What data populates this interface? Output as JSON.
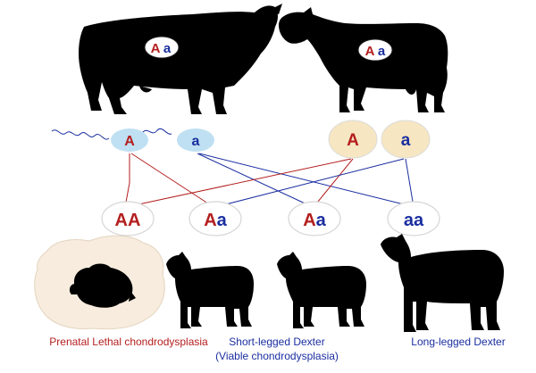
{
  "colors": {
    "dominant": "#b41e1e",
    "recessive": "#1a2ea0",
    "sperm_fill": "#bfe0f2",
    "egg_fill": "#f6e6c2",
    "silhouette": "#000000",
    "embryo_bg": "#f7ecde"
  },
  "parents": {
    "bull": {
      "genotype": {
        "dominant": "A",
        "recessive": "a"
      }
    },
    "cow": {
      "genotype": {
        "dominant": "A",
        "recessive": "a"
      }
    }
  },
  "gametes": {
    "sperm": [
      {
        "allele": "A",
        "type": "dominant"
      },
      {
        "allele": "a",
        "type": "recessive"
      }
    ],
    "eggs": [
      {
        "allele": "A",
        "type": "dominant"
      },
      {
        "allele": "a",
        "type": "recessive"
      }
    ]
  },
  "offspring": [
    {
      "first": "A",
      "first_type": "dominant",
      "second": "A",
      "second_type": "dominant"
    },
    {
      "first": "A",
      "first_type": "dominant",
      "second": "a",
      "second_type": "recessive"
    },
    {
      "first": "A",
      "first_type": "dominant",
      "second": "a",
      "second_type": "recessive"
    },
    {
      "first": "a",
      "first_type": "recessive",
      "second": "a",
      "second_type": "recessive"
    }
  ],
  "phenotypes": {
    "lethal": {
      "label": "Prenatal Lethal chondrodysplasia"
    },
    "short": {
      "line1": "Short-legged Dexter",
      "line2": "(Viable chondrodysplasia)"
    },
    "long": {
      "label": "Long-legged Dexter"
    }
  },
  "icons": [
    "bull-silhouette-icon",
    "cow-silhouette-icon",
    "sperm-icon",
    "egg-icon",
    "embryo-icon",
    "calf-silhouette-icon"
  ]
}
